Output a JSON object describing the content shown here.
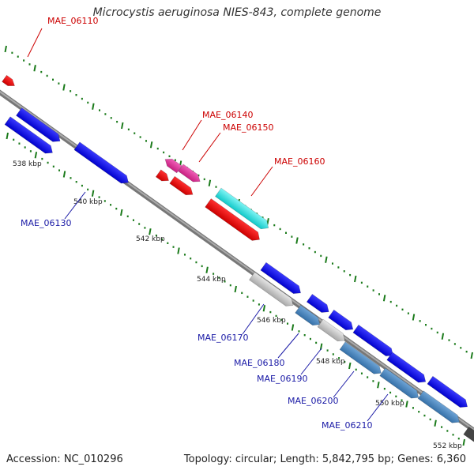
{
  "title": "Microcystis aeruginosa NIES-843, complete genome",
  "footer": {
    "accession": "Accession: NC_010296",
    "summary": "Topology: circular; Length: 5,842,795 bp; Genes: 6,360"
  },
  "ticks": [
    "538 kbp",
    "540 kbp",
    "542 kbp",
    "544 kbp",
    "546 kbp",
    "548 kbp",
    "550 kbp",
    "552 kbp"
  ],
  "gene_labels": [
    {
      "id": "MAE_06110",
      "strand": "forward"
    },
    {
      "id": "MAE_06140",
      "strand": "forward"
    },
    {
      "id": "MAE_06150",
      "strand": "forward"
    },
    {
      "id": "MAE_06160",
      "strand": "forward"
    },
    {
      "id": "MAE_06130",
      "strand": "reverse"
    },
    {
      "id": "MAE_06170",
      "strand": "reverse"
    },
    {
      "id": "MAE_06180",
      "strand": "reverse"
    },
    {
      "id": "MAE_06190",
      "strand": "reverse"
    },
    {
      "id": "MAE_06200",
      "strand": "reverse"
    },
    {
      "id": "MAE_06210",
      "strand": "reverse"
    }
  ],
  "colors": {
    "forward_label": "#cc0000",
    "reverse_label": "#1a1aa6",
    "backbone": "#888888",
    "tick": "#1a7a1a",
    "red_feature": "#ff0000",
    "magenta_feature": "#e8339a",
    "cyan_feature": "#22dddd",
    "blue_feature": "#1010ee",
    "grey_feature": "#c8c8c8",
    "steel_feature": "#4a86bf"
  }
}
